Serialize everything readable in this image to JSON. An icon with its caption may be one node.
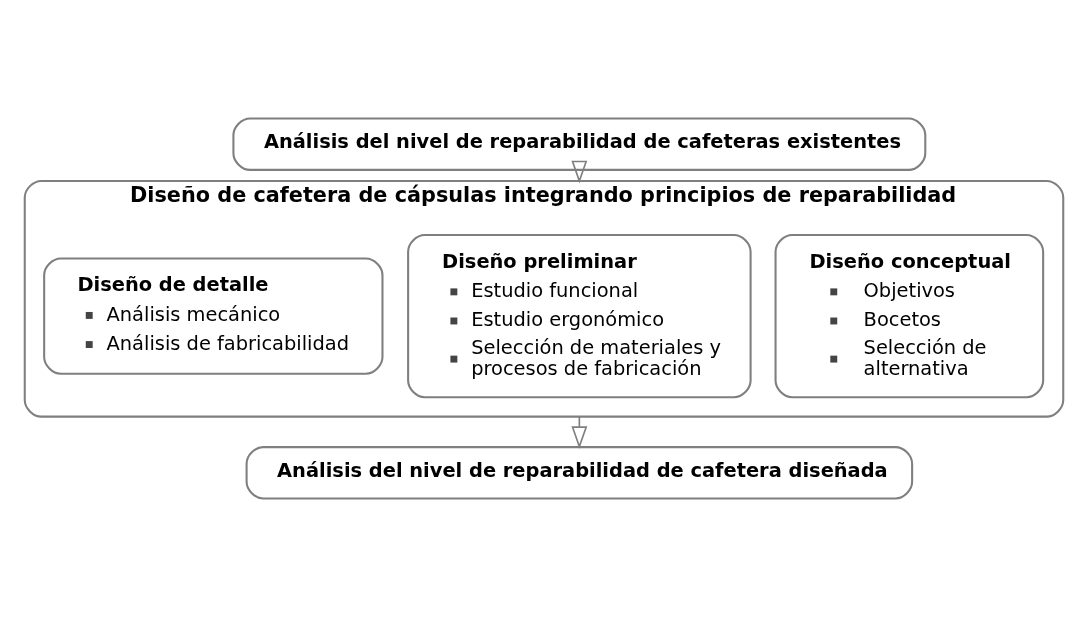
{
  "diagram": {
    "nodes": [
      {
        "text": [
          "Análisis del nivel de reparabilidad de cafeteras existentes"
        ]
      },
      {
        "text": [
          "Diseño de cafetera de cápsulas integrando principios de reparabilidad"
        ]
      },
      {
        "text": [
          "Diseño conceptual",
          "Objetivos",
          "Bocetos",
          "Selección de alternativa"
        ],
        "in": 1
      },
      {
        "text": [
          "Diseño preliminar",
          "Estudio funcional",
          "Estudio ergonómico",
          "Selección de materiales y procesos de fabricación"
        ],
        "in": 1
      },
      {
        "text": [
          "Diseño de detalle",
          "Análisis mecánico",
          "Análisis de fabricabilidad"
        ],
        "in": 1
      },
      {
        "text": [
          "Análisis del nivel de reparabilidad de cafetera diseñada"
        ]
      }
    ],
    "edges": [
      {
        "from": 0,
        "to": 1,
        "arrow": "to"
      },
      {
        "from": 1,
        "to": 5,
        "arrow": "to"
      }
    ]
  }
}
